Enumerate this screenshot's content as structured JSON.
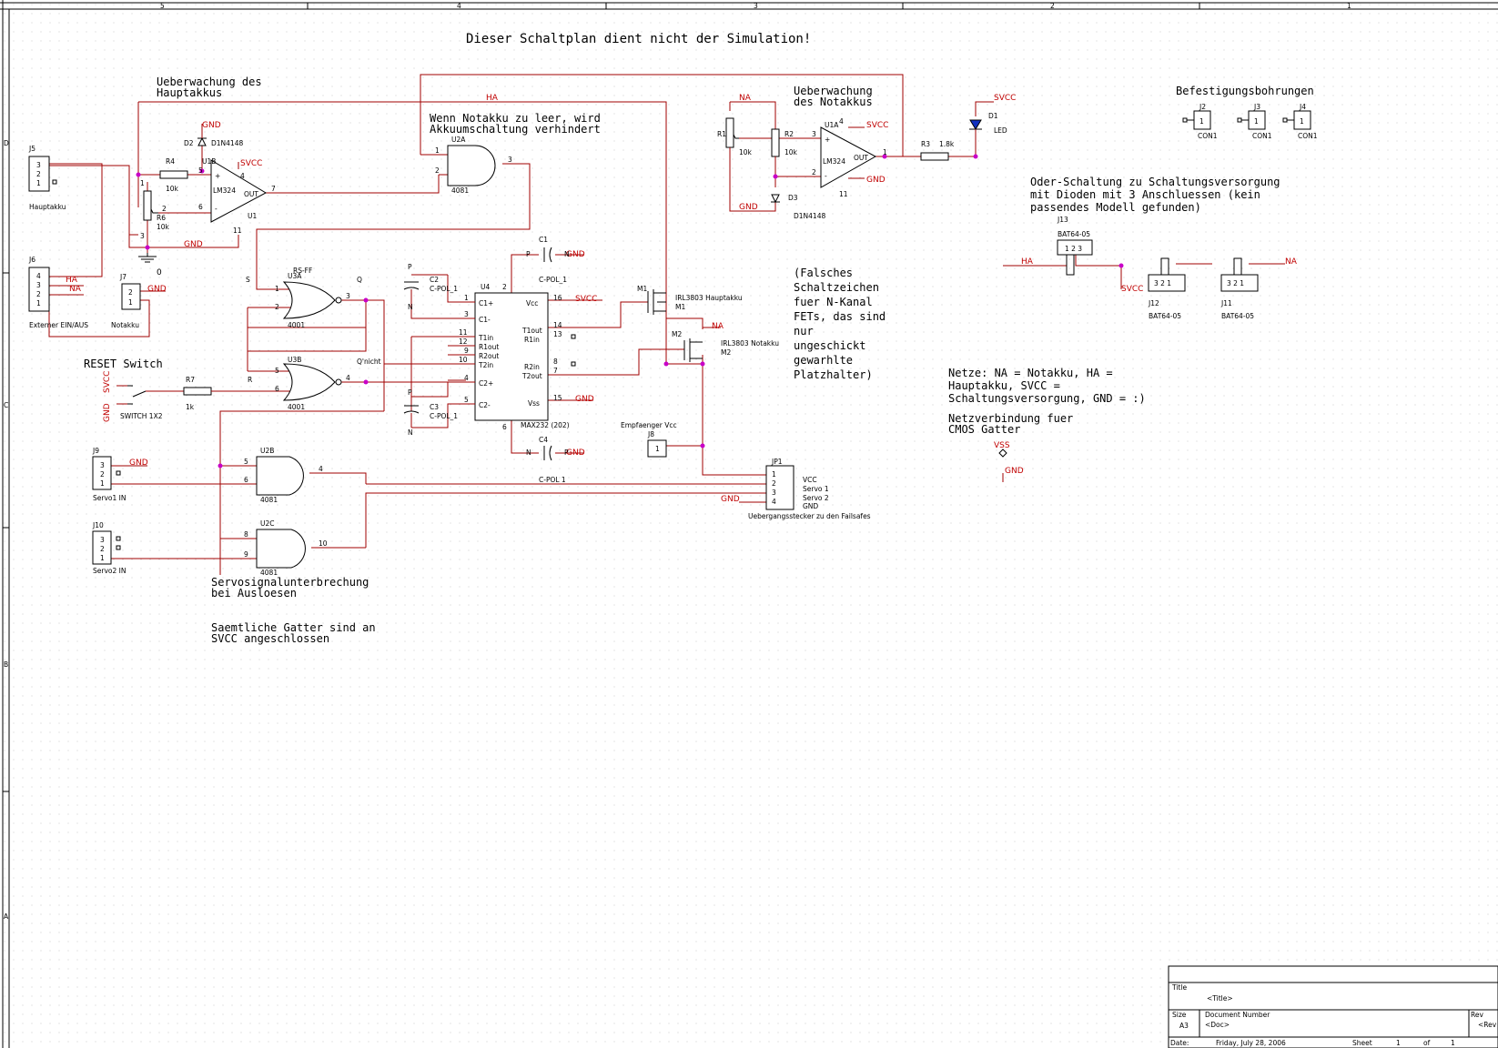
{
  "title": "Dieser Schaltplan dient nicht der Simulation!",
  "border": {
    "top": [
      "5",
      "4",
      "3",
      "2",
      "1"
    ],
    "left": [
      "D",
      "C",
      "B",
      "A"
    ]
  },
  "notes": {
    "haupt_1": "Ueberwachung des",
    "haupt_2": "Hauptakkus",
    "not_1": "Ueberwachung",
    "not_2": "des Notakkus",
    "leer_1": "Wenn Notakku zu leer, wird",
    "leer_2": "Akkuumschaltung verhindert",
    "reset": "RESET Switch",
    "befest": "Befestigungsbohrungen",
    "oder_1": "Oder-Schaltung zu Schaltungsversorgung",
    "oder_2": "mit Dioden mit 3 Anschluessen (kein",
    "oder_3": "passendes Modell gefunden)",
    "fets_1": "(Falsches",
    "fets_2": "Schaltzeichen",
    "fets_3": "fuer N-Kanal",
    "fets_4": "FETs, das sind",
    "fets_5": "nur",
    "fets_6": "ungeschickt",
    "fets_7": "gewarhlte",
    "fets_8": "Platzhalter)",
    "netze_1": "Netze: NA = Notakku, HA =",
    "netze_2": "Hauptakku, SVCC =",
    "netze_3": "Schaltungsversorgung, GND = :)",
    "cmos_1": "Netzverbindung fuer",
    "cmos_2": "CMOS Gatter",
    "servo_1": "Servosignalunterbrechung",
    "servo_2": "bei Ausloesen",
    "gatter_1": "Saemtliche Gatter sind an",
    "gatter_2": "SVCC angeschlossen"
  },
  "nets": {
    "gnd": "GND",
    "svcc": "SVCC",
    "ha": "HA",
    "na": "NA",
    "vss": "VSS",
    "zero": "0"
  },
  "parts": {
    "j5": "J5",
    "j5_label": "Hauptakku",
    "j6": "J6",
    "j6_label": "Externer EIN/AUS",
    "j7": "J7",
    "j7_label": "Notakku",
    "j9": "J9",
    "j9_label": "Servo1 IN",
    "j10": "J10",
    "j10_label": "Servo2 IN",
    "j8": "J8",
    "j8_label": "Empfaenger Vcc",
    "jp1": "JP1",
    "jp1_label": "Uebergangsstecker zu den Failsafes",
    "jp1_pins": [
      "VCC",
      "Servo 1",
      "Servo 2",
      "GND"
    ],
    "r4": "R4",
    "r4_val": "10k",
    "r6": "R6",
    "r6_val": "10k",
    "r7": "R7",
    "r7_val": "1k",
    "r1": "R1",
    "r1_val": "10k",
    "r2": "R2",
    "r2_val": "10k",
    "r3": "R3",
    "r3_val": "1.8k",
    "d2": "D2",
    "d2_val": "D1N4148",
    "d3": "D3",
    "d3_val": "D1N4148",
    "d1": "D1",
    "d1_val": "LED",
    "u1b": "U1B",
    "u1": "U1",
    "u1a": "U1A",
    "lm324": "LM324",
    "out": "OUT",
    "u2a": "U2A",
    "u2b": "U2B",
    "u2c": "U2C",
    "g4081": "4081",
    "u3a": "U3A",
    "u3b": "U3B",
    "g4001": "4001",
    "rsff": "RS-FF",
    "u4": "U4",
    "u4_val": "MAX232 (202)",
    "u4_left": [
      "C1+",
      "C1-",
      "T1in",
      "R1out",
      "R2out",
      "T2in",
      "C2+",
      "C2-"
    ],
    "u4_right": [
      "Vcc",
      "T1out",
      "R1in",
      "R2in",
      "T2out",
      "Vss"
    ],
    "c1": "C1",
    "c2": "C2",
    "c3": "C3",
    "c4": "C4",
    "cpol": "C-POL_1",
    "cpol1": "C-POL 1",
    "m1": "M1",
    "m1_val": "IRL3803 Hauptakku",
    "m2": "M2",
    "m2_val": "IRL3803 Notakku",
    "sw": "SWITCH 1X2",
    "j2": "J2",
    "j3": "J3",
    "j4": "J4",
    "con1": "CON1",
    "j13": "J13",
    "j12": "J12",
    "j11": "J11",
    "bat": "BAT64-05",
    "s_lbl": "S",
    "r_lbl": "R",
    "q_lbl": "Q",
    "qn_lbl": "Q'nicht"
  },
  "titleblock": {
    "title_lbl": "Title",
    "title_val": "<Title>",
    "size_lbl": "Size",
    "size_val": "A3",
    "docnum_lbl": "Document Number",
    "docnum_val": "<Doc>",
    "rev_lbl": "Rev",
    "rev_val": "<Rev",
    "date_lbl": "Date:",
    "date_val": "Friday, July 28, 2006",
    "sheet_lbl": "Sheet",
    "sheet_val": "1",
    "of_lbl": "of",
    "of_val": "1"
  }
}
